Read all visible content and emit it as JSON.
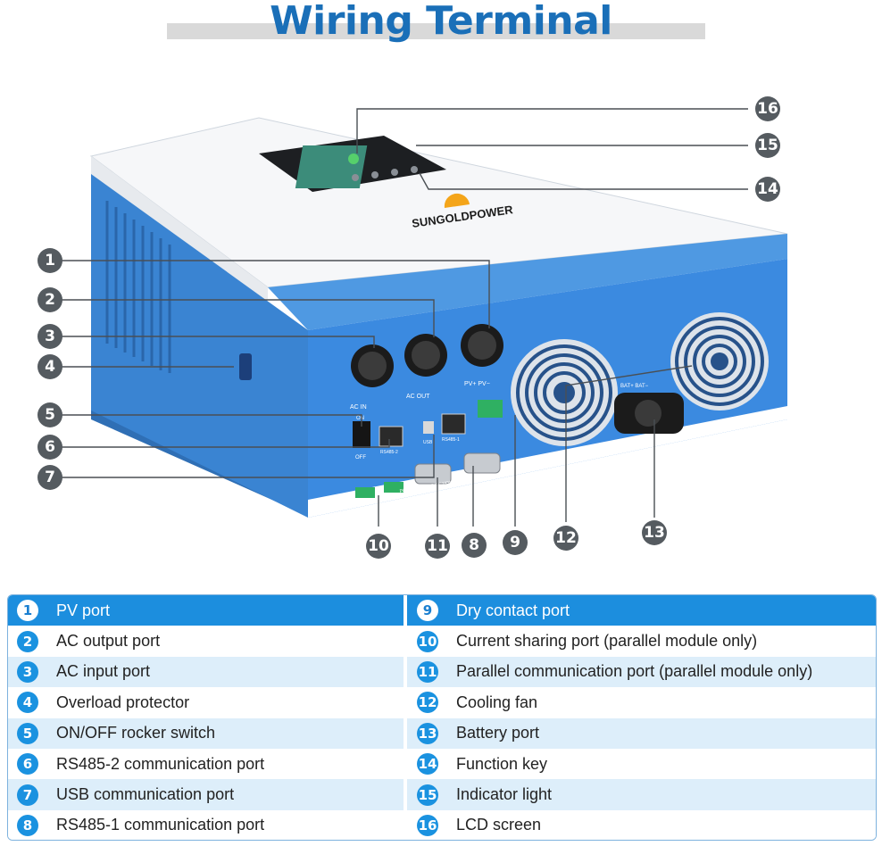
{
  "title": "Wiring Terminal",
  "brand": "SUNGOLDPOWER",
  "colors": {
    "accent": "#1c8ede",
    "title": "#1a6fb8",
    "callout": "#555b60",
    "row_alt": "#ddeefa",
    "case_blue": "#3f8fdc"
  },
  "device_labels": {
    "ac_in": "AC IN",
    "ac_out": "AC OUT",
    "pv": "PV+ PV−",
    "on": "ON",
    "off": "OFF",
    "rs485_2": "RS485-2",
    "usb": "USB",
    "rs485_1": "RS485-1",
    "parallel": "PARALLEL CONNECTION",
    "bat": "BAT+   BAT−"
  },
  "callouts": [
    "1",
    "2",
    "3",
    "4",
    "5",
    "6",
    "7",
    "8",
    "9",
    "10",
    "11",
    "12",
    "13",
    "14",
    "15",
    "16"
  ],
  "legend": [
    {
      "num": "1",
      "label": "PV port"
    },
    {
      "num": "9",
      "label": "Dry contact port"
    },
    {
      "num": "2",
      "label": "AC output port"
    },
    {
      "num": "10",
      "label": "Current sharing port (parallel module only)"
    },
    {
      "num": "3",
      "label": "AC input port"
    },
    {
      "num": "11",
      "label": "Parallel communication port (parallel module only)"
    },
    {
      "num": "4",
      "label": "Overload protector"
    },
    {
      "num": "12",
      "label": "Cooling fan"
    },
    {
      "num": "5",
      "label": "ON/OFF rocker switch"
    },
    {
      "num": "13",
      "label": "Battery port"
    },
    {
      "num": "6",
      "label": "RS485-2 communication port"
    },
    {
      "num": "14",
      "label": "Function key"
    },
    {
      "num": "7",
      "label": "USB communication port"
    },
    {
      "num": "15",
      "label": "Indicator light"
    },
    {
      "num": "8",
      "label": "RS485-1 communication port"
    },
    {
      "num": "16",
      "label": "LCD screen"
    }
  ]
}
